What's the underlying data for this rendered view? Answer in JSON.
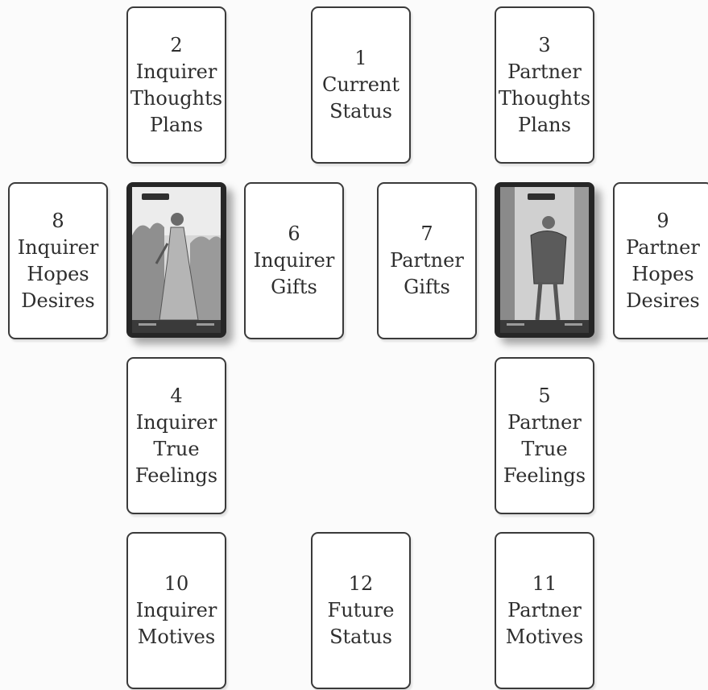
{
  "positions": [
    {
      "number": "1",
      "lines": [
        "Current",
        "Status"
      ]
    },
    {
      "number": "2",
      "lines": [
        "Inquirer",
        "Thoughts",
        "Plans"
      ]
    },
    {
      "number": "3",
      "lines": [
        "Partner",
        "Thoughts",
        "Plans"
      ]
    },
    {
      "number": "4",
      "lines": [
        "Inquirer",
        "True",
        "Feelings"
      ]
    },
    {
      "number": "5",
      "lines": [
        "Partner",
        "True",
        "Feelings"
      ]
    },
    {
      "number": "6",
      "lines": [
        "Inquirer",
        "Gifts"
      ]
    },
    {
      "number": "7",
      "lines": [
        "Partner",
        "Gifts"
      ]
    },
    {
      "number": "8",
      "lines": [
        "Inquirer",
        "Hopes",
        "Desires"
      ]
    },
    {
      "number": "9",
      "lines": [
        "Partner",
        "Hopes",
        "Desires"
      ]
    },
    {
      "number": "10",
      "lines": [
        "Inquirer",
        "Motives"
      ]
    },
    {
      "number": "11",
      "lines": [
        "Partner",
        "Motives"
      ]
    },
    {
      "number": "12",
      "lines": [
        "Future",
        "Status"
      ]
    }
  ],
  "colors": {
    "card_border": "#3a3a3a",
    "card_text": "#2e2e2e",
    "tarot_frame": "#262626"
  }
}
